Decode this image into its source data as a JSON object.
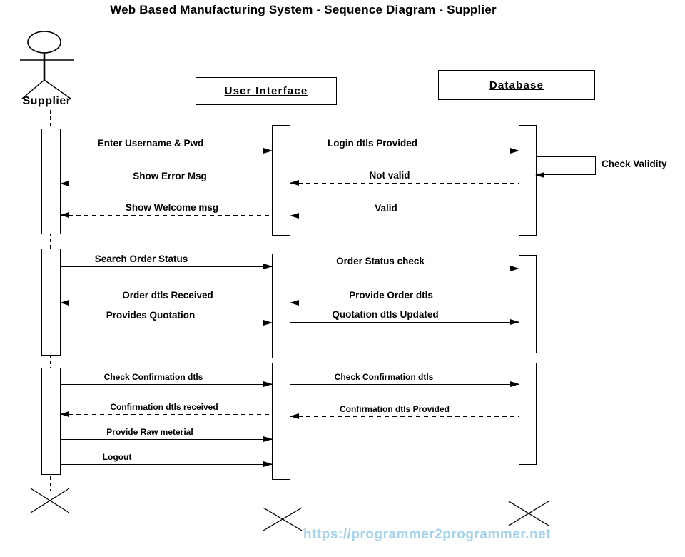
{
  "title": "Web Based Manufacturing System - Sequence Diagram - Supplier",
  "actor": {
    "label": "Supplier"
  },
  "objects": [
    {
      "label": "User Interface"
    },
    {
      "label": "Database"
    }
  ],
  "messages": [
    {
      "label": "Enter Username & Pwd",
      "from": "Supplier",
      "to": "User Interface",
      "line": "solid"
    },
    {
      "label": "Login dtls Provided",
      "from": "User Interface",
      "to": "Database",
      "line": "solid"
    },
    {
      "label": "Show Error Msg",
      "from": "User Interface",
      "to": "Supplier",
      "line": "dashed"
    },
    {
      "label": "Not valid",
      "from": "Database",
      "to": "User Interface",
      "line": "dashed"
    },
    {
      "label": "Show Welcome msg",
      "from": "User Interface",
      "to": "Supplier",
      "line": "dashed"
    },
    {
      "label": "Valid",
      "from": "Database",
      "to": "User Interface",
      "line": "dashed"
    },
    {
      "label": "Search Order Status",
      "from": "Supplier",
      "to": "User Interface",
      "line": "solid"
    },
    {
      "label": "Order Status check",
      "from": "User Interface",
      "to": "Database",
      "line": "solid"
    },
    {
      "label": "Order dtls Received",
      "from": "User Interface",
      "to": "Supplier",
      "line": "dashed"
    },
    {
      "label": "Provide Order dtls",
      "from": "Database",
      "to": "User Interface",
      "line": "dashed"
    },
    {
      "label": "Provides Quotation",
      "from": "Supplier",
      "to": "User Interface",
      "line": "solid"
    },
    {
      "label": "Quotation dtls Updated",
      "from": "User Interface",
      "to": "Database",
      "line": "solid"
    },
    {
      "label": "Check Confirmation dtls",
      "from": "Supplier",
      "to": "User Interface",
      "line": "solid"
    },
    {
      "label": "Check Confirmation dtls",
      "from": "User Interface",
      "to": "Database",
      "line": "solid"
    },
    {
      "label": "Confirmation dtls received",
      "from": "User Interface",
      "to": "Supplier",
      "line": "dashed"
    },
    {
      "label": "Confirmation dtls Provided",
      "from": "Database",
      "to": "User Interface",
      "line": "dashed"
    },
    {
      "label": "Provide Raw meterial",
      "from": "Supplier",
      "to": "User Interface",
      "line": "solid"
    },
    {
      "label": "Logout",
      "from": "Supplier",
      "to": "User Interface",
      "line": "solid"
    }
  ],
  "self_message": {
    "label": "Check Validity",
    "on": "Database"
  },
  "watermark": {
    "text": "https://programmer2programmer.net",
    "color": "#a4d3ea"
  },
  "colors": {
    "line": "#000000",
    "background": "#ffffff"
  }
}
